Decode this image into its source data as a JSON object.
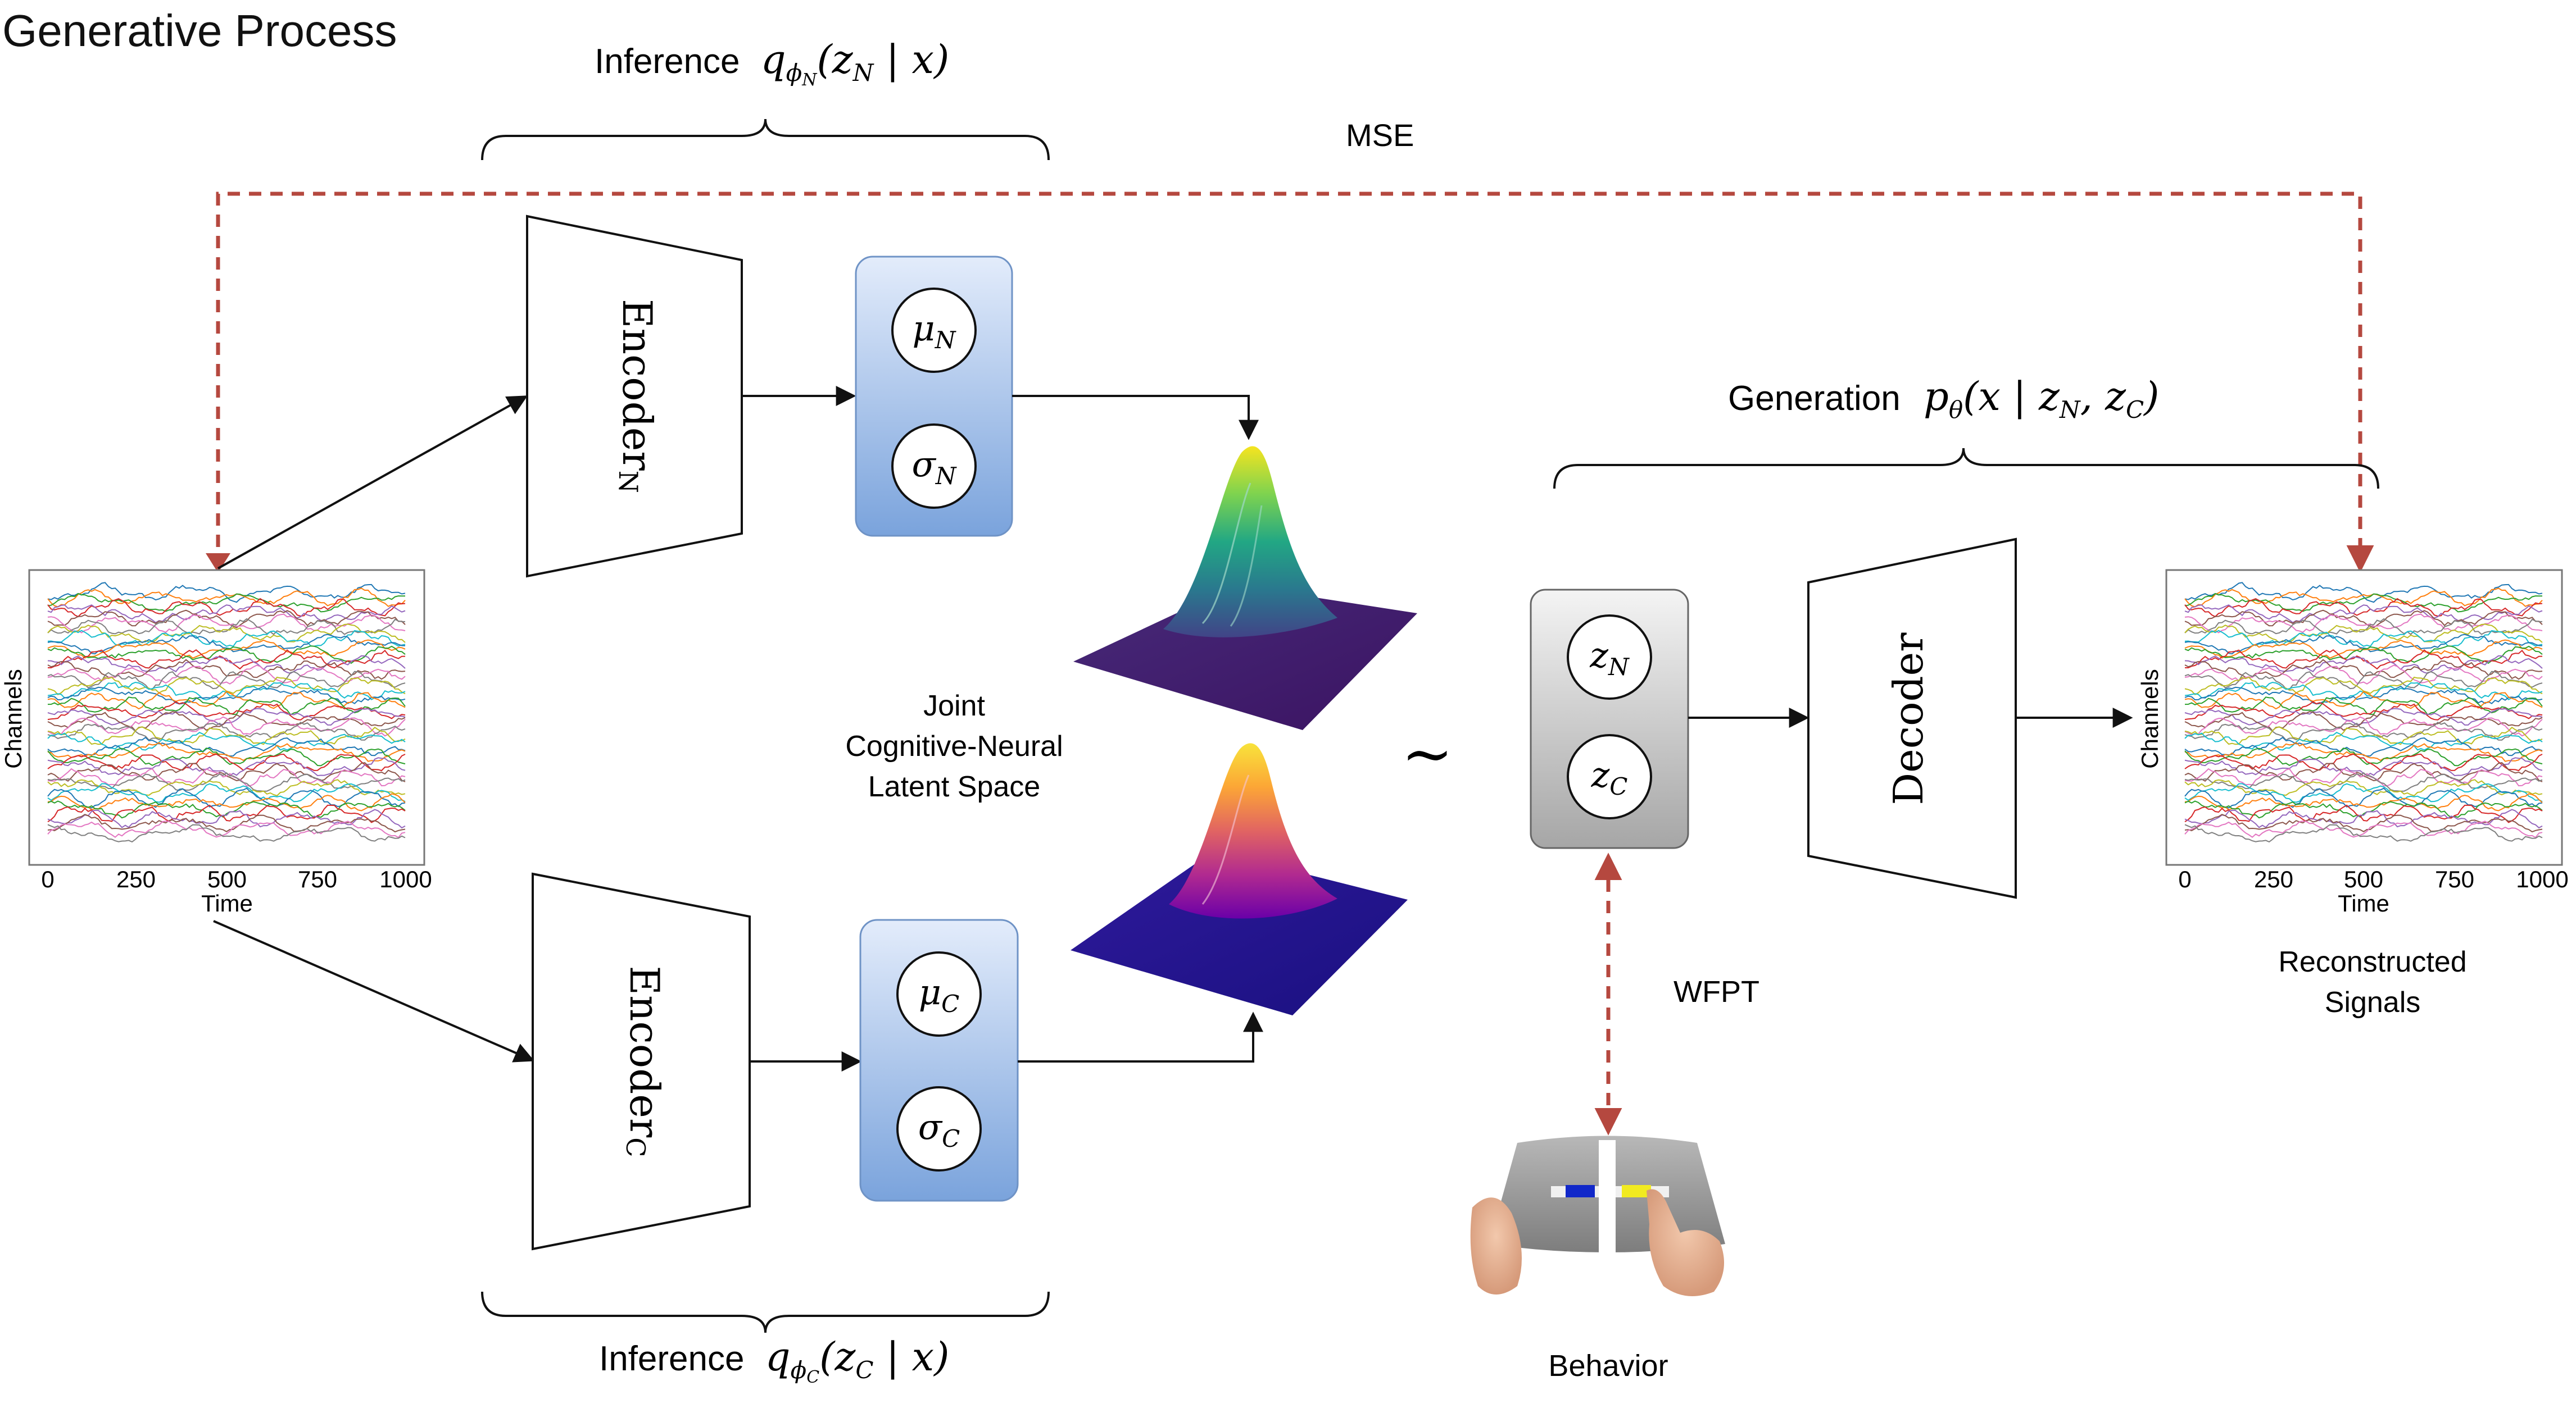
{
  "title": "Generative Process",
  "inference_top": {
    "label": "Inference",
    "formula_main": "q",
    "formula_sub": "ϕ",
    "formula_subsub": "N",
    "formula_args": "(z",
    "formula_args_sub": "N",
    "formula_args_rest": " | x)"
  },
  "inference_bottom": {
    "label": "Inference",
    "formula_main": "q",
    "formula_sub": "ϕ",
    "formula_subsub": "C",
    "formula_args": "(z",
    "formula_args_sub": "C",
    "formula_args_rest": " | x)"
  },
  "generation": {
    "label": "Generation",
    "formula_main": "p",
    "formula_sub": "θ",
    "formula_args": "(x | z",
    "formula_args_sub1": "N",
    "formula_mid": ", z",
    "formula_args_sub2": "C",
    "formula_end": ")"
  },
  "mse_label": "MSE",
  "wfpt_label": "WFPT",
  "behavior_label": "Behavior",
  "tilde": "∼",
  "encoder_top": {
    "label": "Encoder",
    "subscript": "N"
  },
  "encoder_bottom": {
    "label": "Encoder",
    "subscript": "C"
  },
  "decoder": {
    "label": "Decoder"
  },
  "latent_top": {
    "mu": "μ",
    "mu_sub": "N",
    "sigma": "σ",
    "sigma_sub": "N"
  },
  "latent_bottom": {
    "mu": "μ",
    "mu_sub": "C",
    "sigma": "σ",
    "sigma_sub": "C"
  },
  "z_box": {
    "z1": "z",
    "z1_sub": "N",
    "z2": "z",
    "z2_sub": "C"
  },
  "joint_space": {
    "line1": "Joint",
    "line2": "Cognitive-Neural",
    "line3": "Latent Space"
  },
  "reconstructed": {
    "line1": "Reconstructed",
    "line2": "Signals"
  },
  "input_plot": {
    "ylabel": "Channels",
    "xlabel": "Time",
    "ticks": [
      "0",
      "250",
      "500",
      "750",
      "1000"
    ]
  },
  "output_plot": {
    "ylabel": "Channels",
    "xlabel": "Time",
    "ticks": [
      "0",
      "250",
      "500",
      "750",
      "1000"
    ]
  },
  "colors": {
    "arrow": "#111111",
    "dashed": "#b5483f",
    "latent_fill_top": "#dfe9fa",
    "latent_fill_bottom": "#7ea6de",
    "latent_stroke": "#6f93c6",
    "zbox_top": "#f2f2f2",
    "zbox_bottom": "#a9a9a9"
  }
}
